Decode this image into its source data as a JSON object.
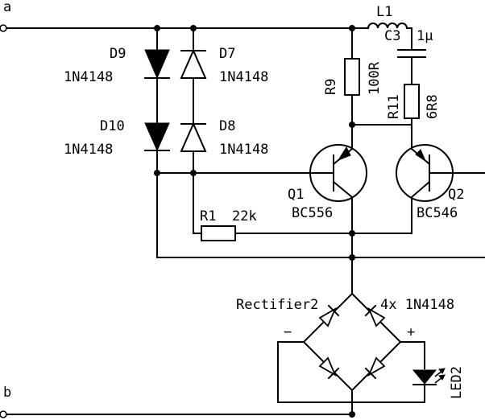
{
  "terminals": {
    "a": "a",
    "b": "b"
  },
  "components": {
    "D9": {
      "ref": "D9",
      "value": "1N4148"
    },
    "D10": {
      "ref": "D10",
      "value": "1N4148"
    },
    "D7": {
      "ref": "D7",
      "value": "1N4148"
    },
    "D8": {
      "ref": "D8",
      "value": "1N4148"
    },
    "L1": {
      "ref": "L1"
    },
    "C3": {
      "ref": "C3",
      "value": "1µ"
    },
    "R9": {
      "ref": "R9",
      "value": "100R"
    },
    "R11": {
      "ref": "R11",
      "value": "6R8"
    },
    "Q1": {
      "ref": "Q1",
      "value": "BC556"
    },
    "Q2": {
      "ref": "Q2",
      "value": "BC546"
    },
    "R1": {
      "ref": "R1",
      "value": "22k"
    },
    "Rectifier2": {
      "ref": "Rectifier2",
      "value": "4x 1N4148",
      "minus": "−",
      "plus": "+"
    },
    "LED2": {
      "ref": "LED2"
    }
  },
  "colors": {
    "ink": "#000000",
    "background": "#ffffff"
  }
}
